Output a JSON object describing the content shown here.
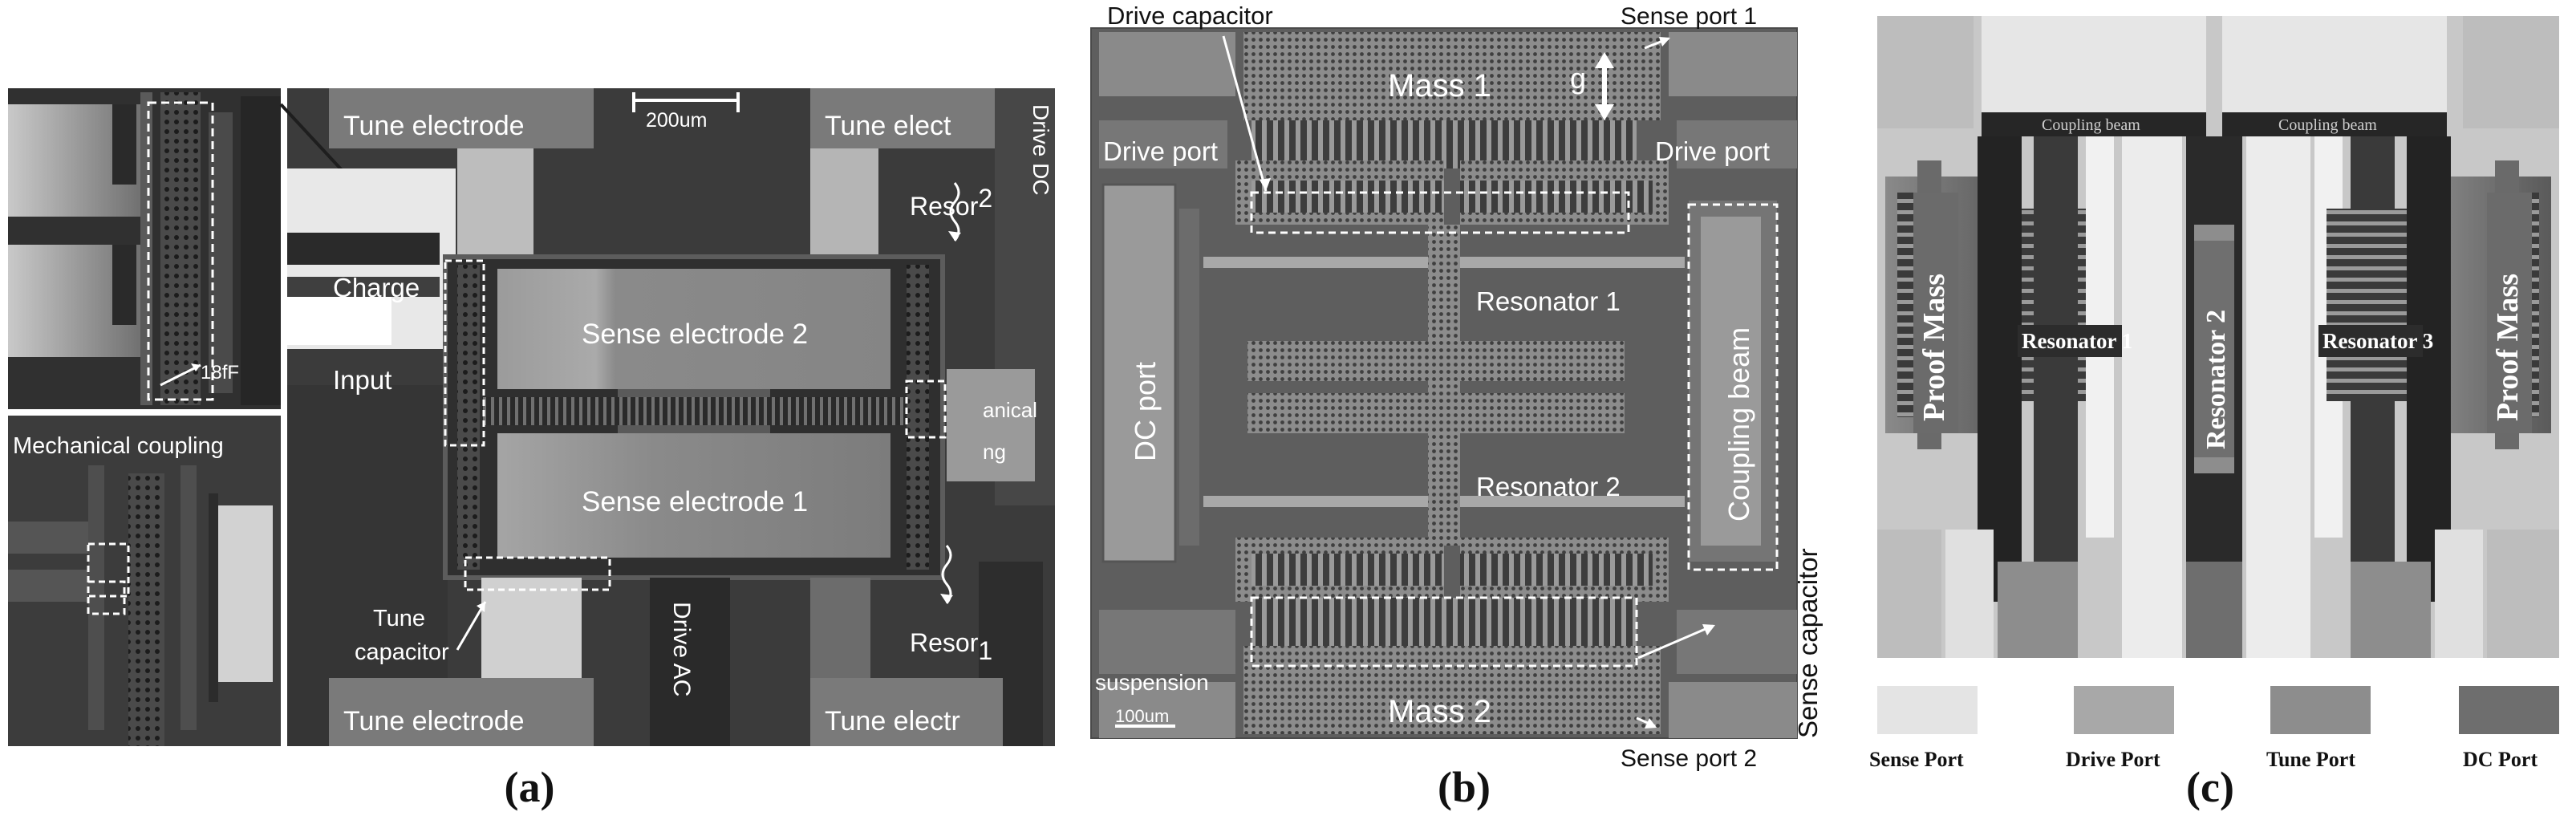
{
  "panel_a": {
    "inset_top": {
      "value": "18fF"
    },
    "inset_bottom": {
      "label": "Mechanical coupling"
    },
    "scale_bar": "200um",
    "labels": {
      "tune_tl": "Tune  electrode",
      "tune_tr": "Tune  elect",
      "tune_bl": "Tune  electrode",
      "tune_br": "Tune  electr",
      "drive_dc": "Drive DC",
      "drive_ac": "Drive AC",
      "charge": "Charge",
      "input": "Input",
      "sense2": "Sense electrode 2",
      "sense1": "Sense electrode 1",
      "reso2_base": "Resor",
      "reso2_sub": "2",
      "reso1_base": "Resor",
      "reso1_sub": "1",
      "mech_line1": "anical",
      "mech_line2": "ng",
      "tune_cap_1": "Tune",
      "tune_cap_2": "capacitor"
    },
    "caption": "(a)"
  },
  "panel_b": {
    "labels": {
      "drive_capacitor": "Drive capacitor",
      "sense_port1": "Sense port 1",
      "mass1": "Mass 1",
      "g": "g",
      "drive_port_l": "Drive port",
      "drive_port_r": "Drive port",
      "resonator1": "Resonator 1",
      "resonator2": "Resonator 2",
      "dc_port": "DC port",
      "coupling_beam": "Coupling beam",
      "sense_capacitor": "Sense capacitor",
      "suspension": "suspension",
      "scale": "100um",
      "mass2": "Mass 2",
      "sense_port2": "Sense port 2"
    },
    "caption": "(b)"
  },
  "panel_c": {
    "labels": {
      "coupling_beam_l": "Coupling beam",
      "coupling_beam_r": "Coupling beam",
      "proof_mass_l": "Proof Mass",
      "proof_mass_r": "Proof Mass",
      "resonator1": "Resonator 1",
      "resonator2": "Resonator 2",
      "resonator3": "Resonator 3"
    },
    "legend": [
      {
        "label": "Sense Port",
        "color": "#e4e4e4"
      },
      {
        "label": "Drive Port",
        "color": "#a8a8a8"
      },
      {
        "label": "Tune Port",
        "color": "#8d8d8d"
      },
      {
        "label": "DC Port",
        "color": "#6e6e6e"
      }
    ],
    "caption": "(c)"
  }
}
